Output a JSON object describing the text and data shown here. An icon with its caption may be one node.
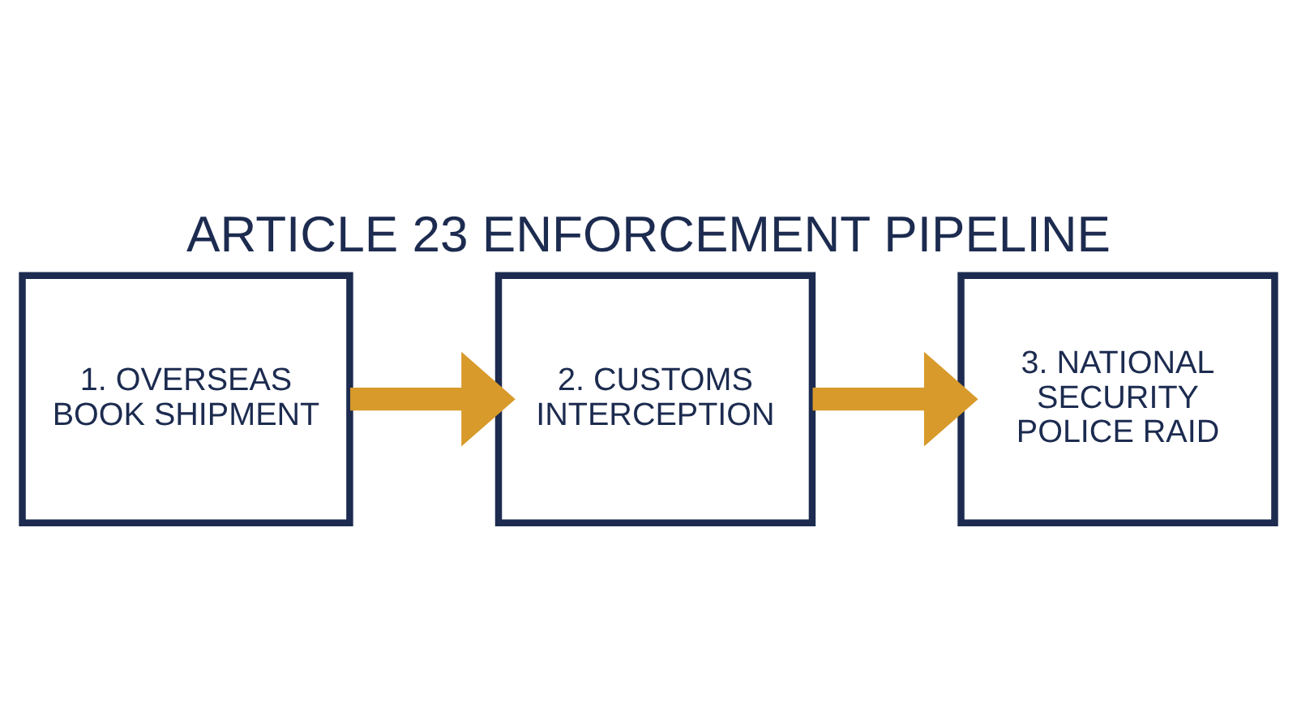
{
  "diagram": {
    "title": "ARTICLE 23 ENFORCEMENT PIPELINE",
    "nodes": [
      {
        "text": [
          "1. OVERSEAS BOOK SHIPMENT"
        ]
      },
      {
        "text": [
          "2. CUSTOMS INTERCEPTION"
        ]
      },
      {
        "text": [
          "3. NATIONAL SECURITY POLICE RAID"
        ]
      }
    ],
    "edges": [
      {
        "from": 0,
        "to": 1,
        "arrow": "to"
      },
      {
        "from": 1,
        "to": 2,
        "arrow": "to"
      }
    ]
  }
}
